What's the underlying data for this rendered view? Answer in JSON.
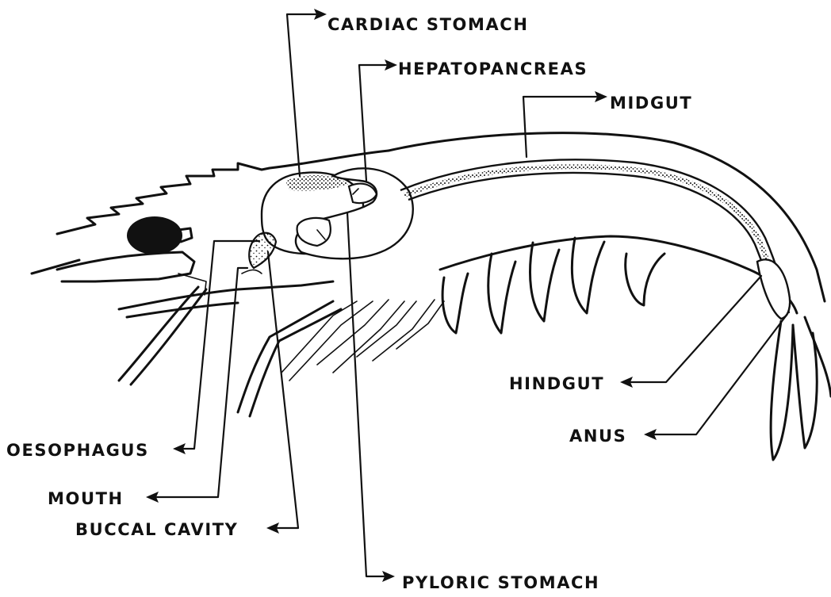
{
  "title": "",
  "labels": {
    "cardiac_stomach": "CARDIAC STOMACH",
    "hepatopancreas": "HEPATOPANCREAS",
    "midgut": "MIDGUT",
    "hindgut": "HINDGUT",
    "anus": "ANUS",
    "oesophagus": "OESOPHAGUS",
    "mouth": "MOUTH",
    "buccal_cavity": "BUCCAL CAVITY",
    "pyloric_stomach": "PYLORIC STOMACH"
  },
  "colors": {
    "ink": "#111111",
    "paper": "#ffffff"
  }
}
